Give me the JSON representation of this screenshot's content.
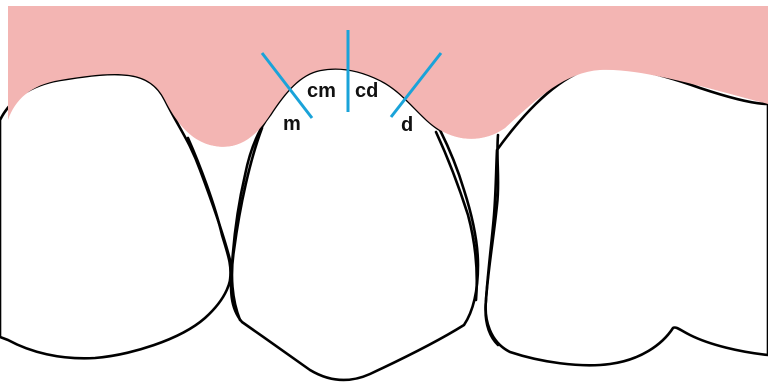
{
  "diagram": {
    "labels": {
      "mesial": "m",
      "center_mesial": "cm",
      "center_distal": "cd",
      "distal": "d"
    },
    "colors": {
      "gingiva": "#f3b5b3",
      "tooth_fill": "#ffffff",
      "outline": "#000000",
      "marker_lines": "#1aa3d9"
    }
  }
}
